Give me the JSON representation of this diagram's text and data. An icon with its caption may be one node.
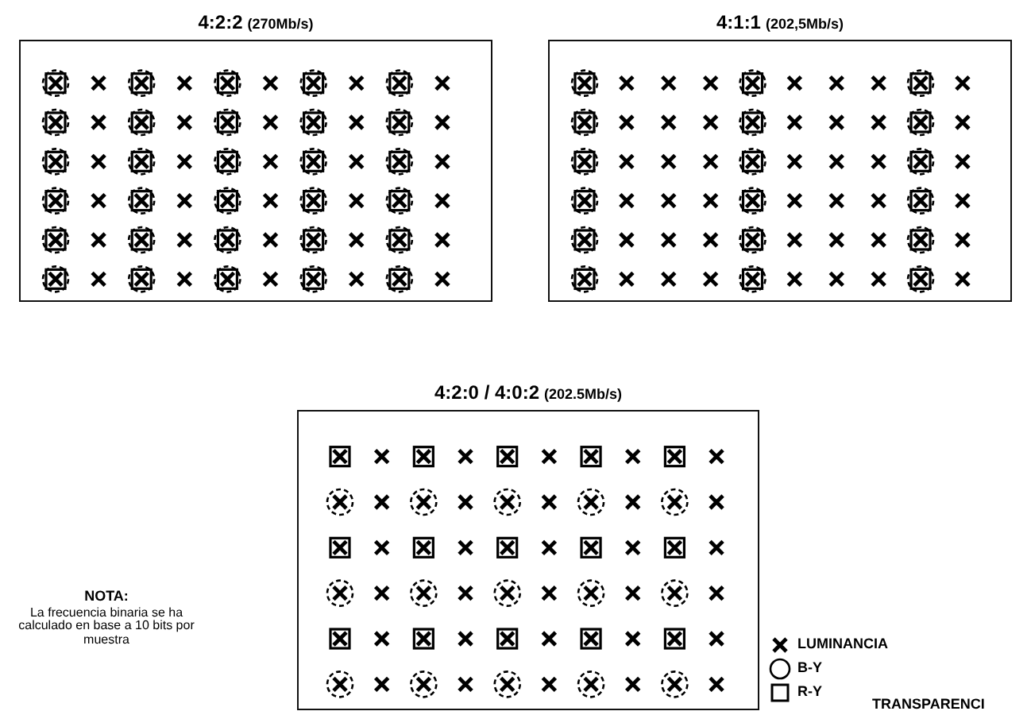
{
  "diagram": {
    "nodes": [
      {
        "text": [
          "4:2:2",
          "(270Mb/s)"
        ]
      },
      {
        "text": [
          "4:1:1",
          "(202,5Mb/s)"
        ]
      },
      {
        "text": [
          "4:2:0 / 4:0:2",
          "(202.5Mb/s)"
        ]
      }
    ],
    "edges": [],
    "labels": [
      "NOTA:",
      "La frecuencia binaria se ha calculado en base a 10 bits por muestra",
      "TRANSPARENCI"
    ],
    "legend": [
      {
        "text": "LUMINANCIA"
      },
      {
        "text": "B-Y"
      },
      {
        "text": "R-Y"
      }
    ]
  }
}
